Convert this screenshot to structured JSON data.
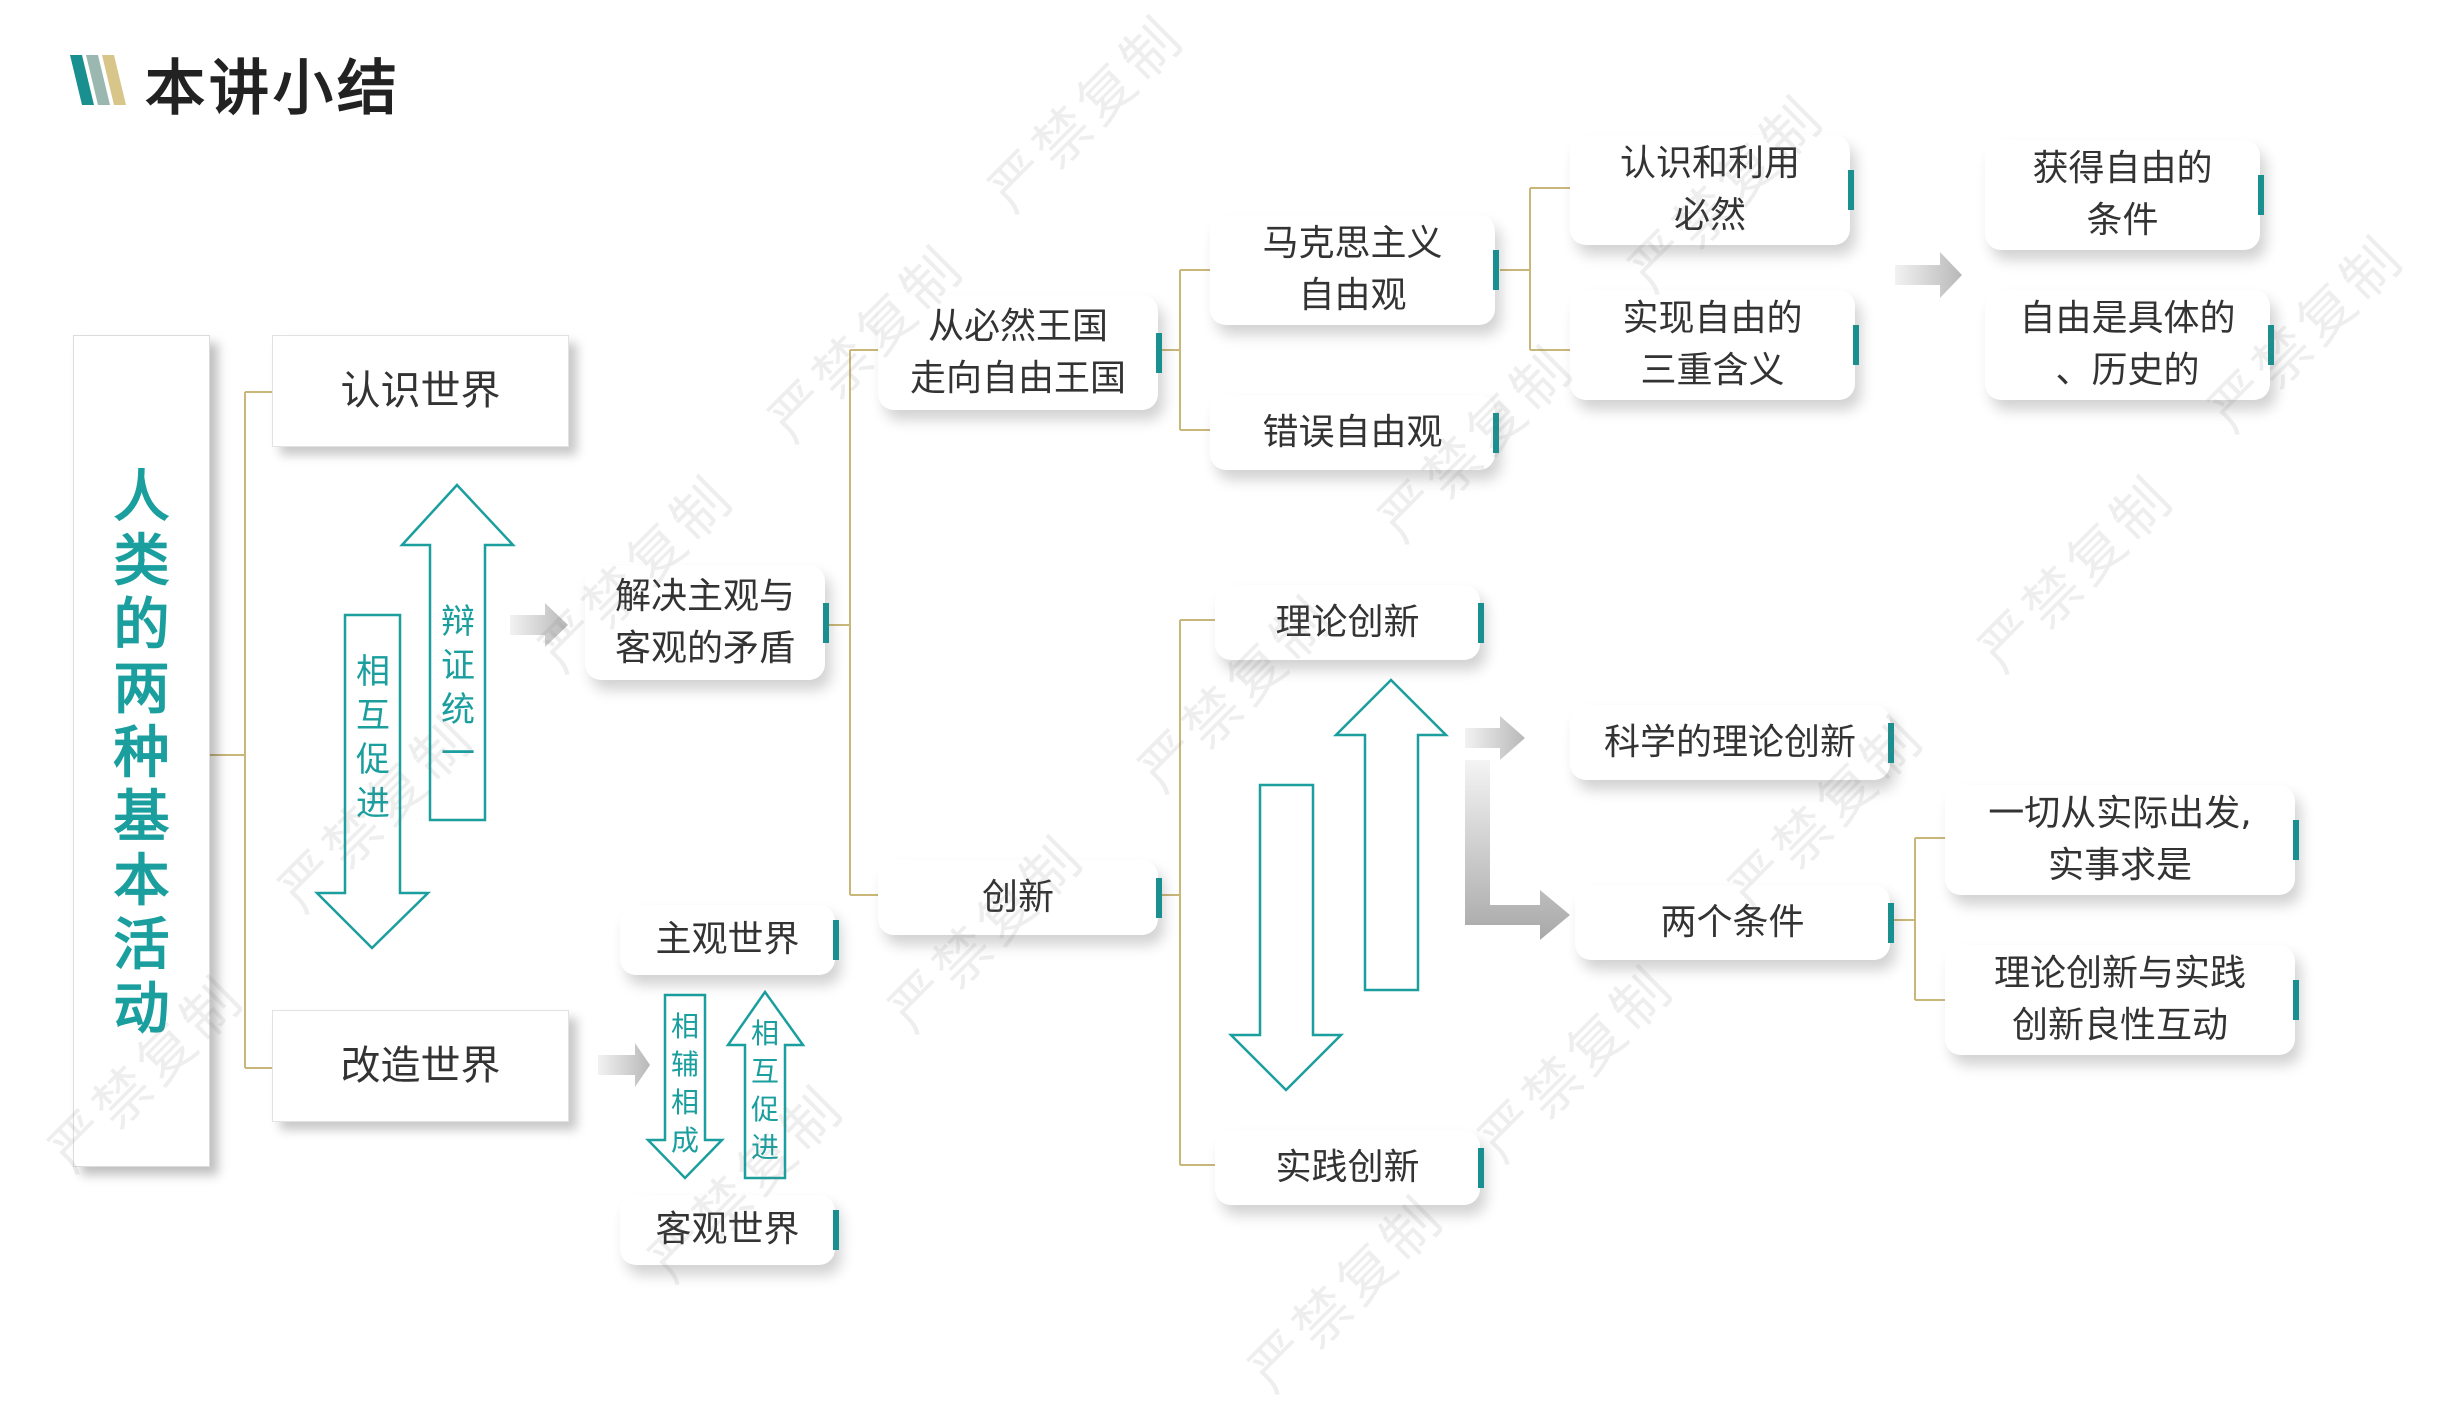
{
  "title": "本讲小结",
  "root": [
    "人",
    "类",
    "的",
    "两",
    "种",
    "基",
    "本",
    "活",
    "动"
  ],
  "level1": {
    "know": "认识世界",
    "transform": "改造世界"
  },
  "arrows": {
    "dialectic": [
      "辩",
      "证",
      "统",
      "一"
    ],
    "mutual": [
      "相",
      "互",
      "促",
      "进"
    ],
    "complement": [
      "相",
      "辅",
      "相",
      "成"
    ],
    "mutual_small": [
      "相",
      "互",
      "促",
      "进"
    ]
  },
  "nodes": {
    "resolve": "解决主观与客观的矛盾",
    "resolve_l1": "解决主观与",
    "resolve_l2": "客观的矛盾",
    "subjective": "主观世界",
    "objective": "客观世界",
    "necessity_l1": "从必然王国",
    "necessity_l2": "走向自由王国",
    "innovation": "创新",
    "marxist_l1": "马克思主义",
    "marxist_l2": "自由观",
    "wrong": "错误自由观",
    "know_use_l1": "认识和利用",
    "know_use_l2": "必然",
    "three_l1": "实现自由的",
    "three_l2": "三重含义",
    "conditions_l1": "获得自由的",
    "conditions_l2": "条件",
    "concrete_l1": "自由是具体的",
    "concrete_l2": "、历史的",
    "theory": "理论创新",
    "practice": "实践创新",
    "scientific": "科学的理论创新",
    "two_conditions": "两个条件",
    "seek_l1": "一切从实际出发,",
    "seek_l2": "实事求是",
    "interaction_l1": "理论创新与实践",
    "interaction_l2": "创新良性互动"
  },
  "watermark": "严禁复制",
  "colors": {
    "teal": "#1a9e9e",
    "line": "#c9b77a",
    "arrow_gray": "#bdbdbd"
  }
}
